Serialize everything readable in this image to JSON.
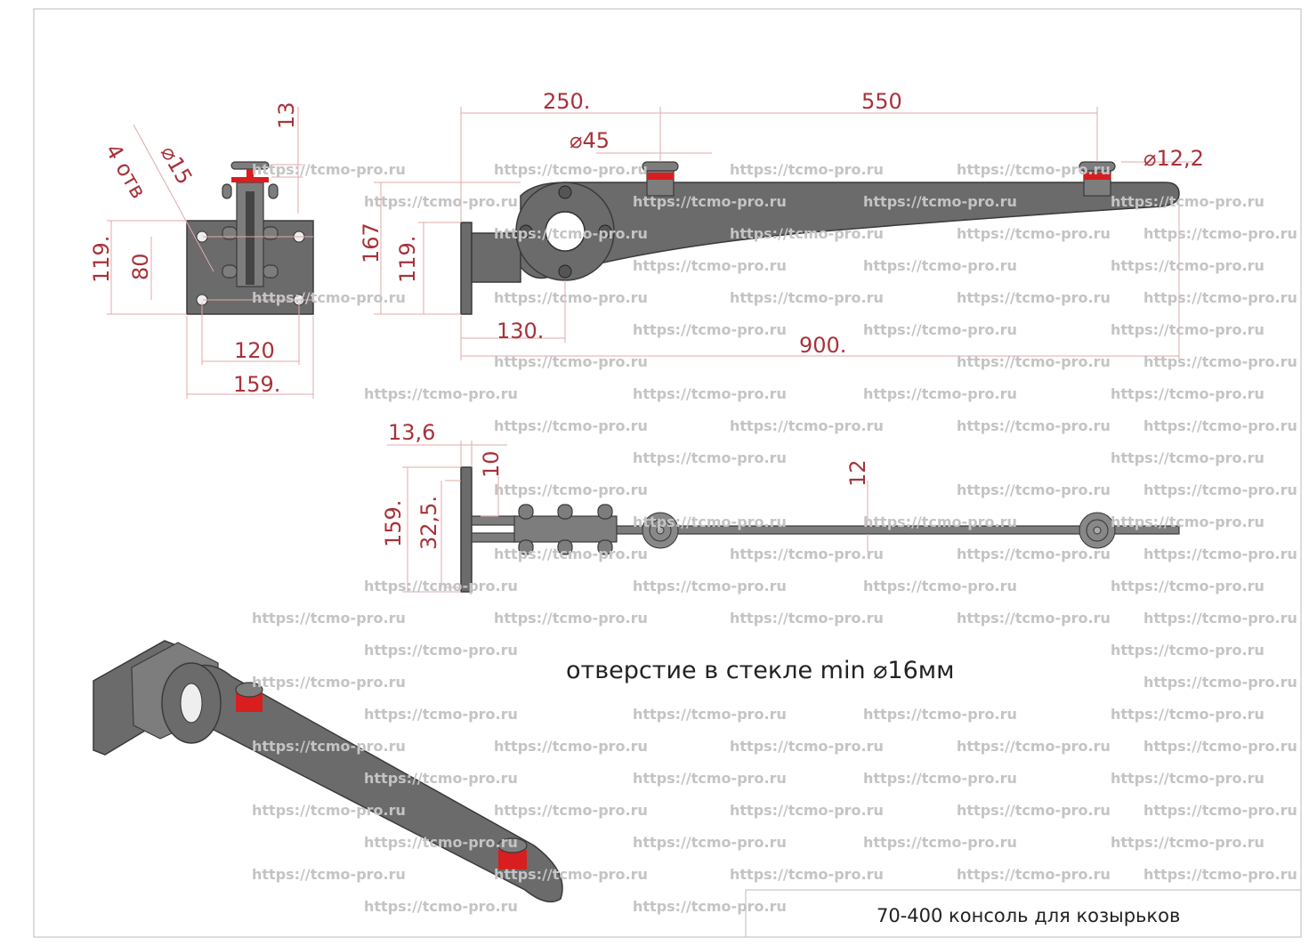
{
  "watermark": "https://tcmo-pro.ru",
  "colors": {
    "dimension": "#a8323a",
    "part": "#6b6b6b",
    "seal": "#d81e1e"
  },
  "front_view": {
    "holes": "4 отв",
    "hole_dia": "⌀15",
    "top": "13",
    "height_outer": "119.",
    "height_inner": "80",
    "width_inner": "120",
    "width_outer": "159."
  },
  "side_view": {
    "d1": "250.",
    "d2": "550",
    "d_disk": "⌀45",
    "d_pin": "⌀12,2",
    "h1": "167",
    "h2": "119.",
    "w1": "130.",
    "total": "900."
  },
  "top_view": {
    "t1": "13,6",
    "t2": "10",
    "h1": "159.",
    "h2": "32,5.",
    "thick": "12"
  },
  "note": "отверстие в стекле min ⌀16мм",
  "title_block": "70-400 консоль для козырьков"
}
